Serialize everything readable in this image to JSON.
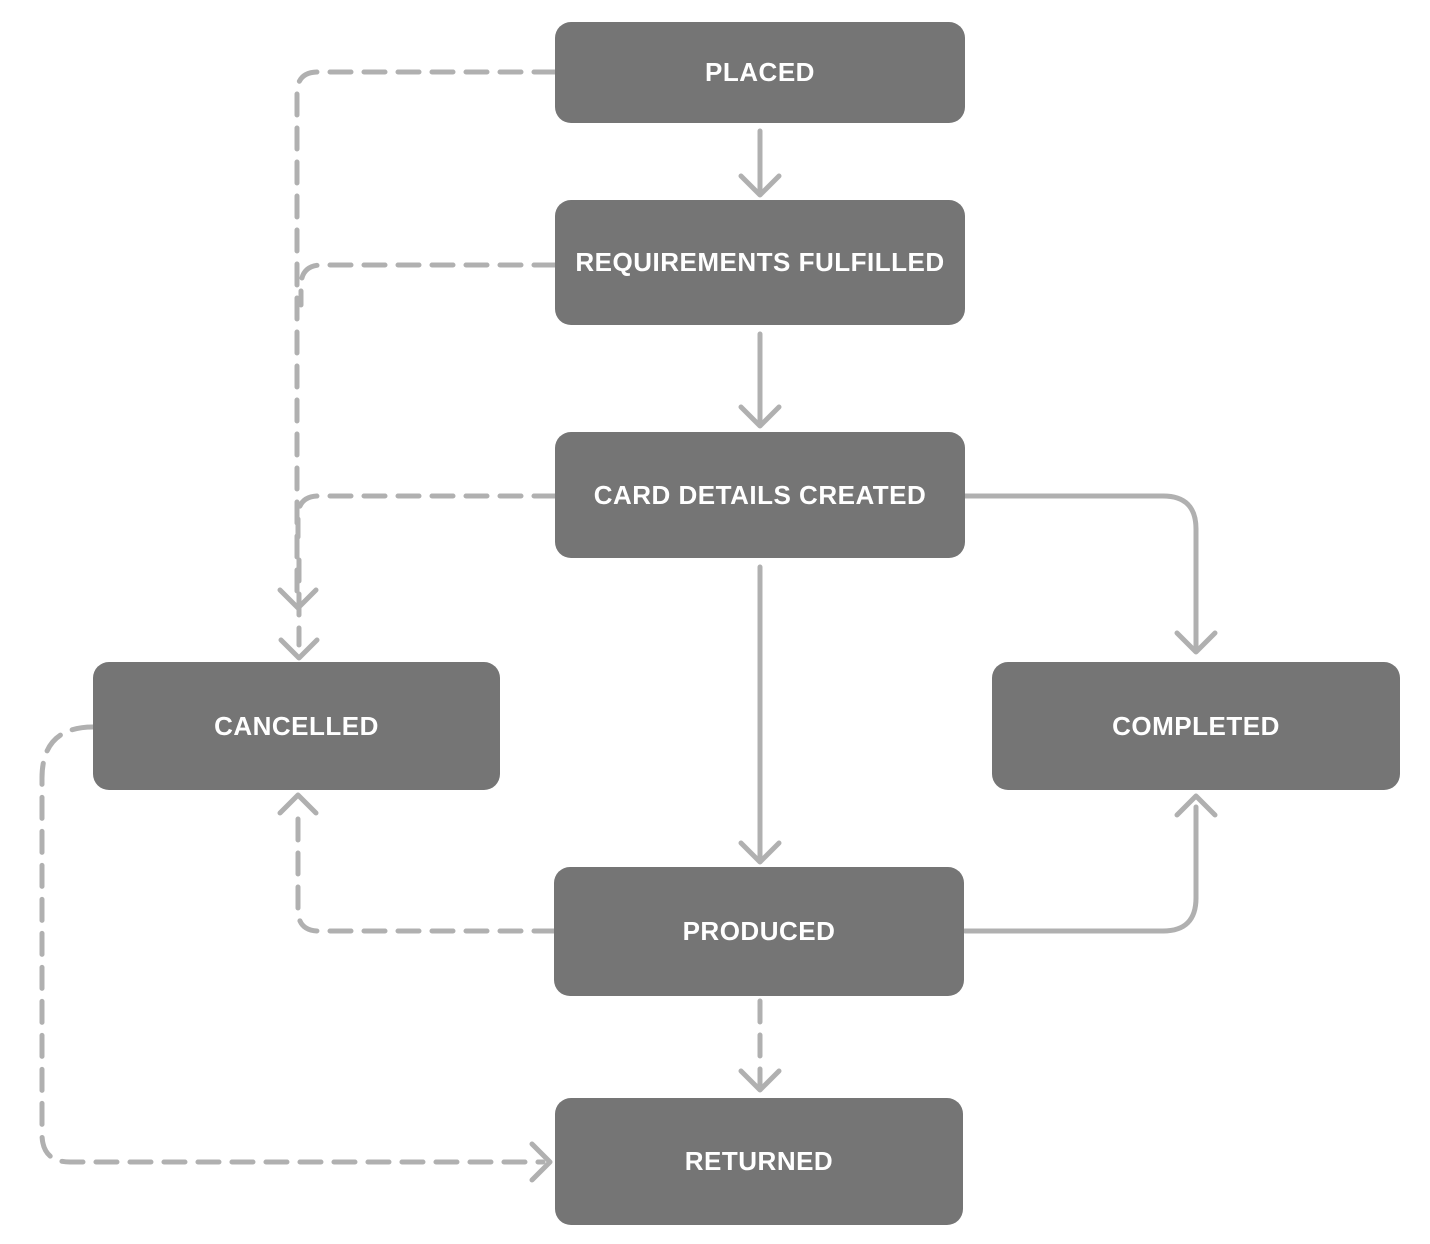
{
  "diagram": {
    "type": "state-flowchart",
    "colors": {
      "background": "#ffffff",
      "node_fill": "#757575",
      "node_text": "#ffffff",
      "connector": "#b0b0b0"
    },
    "nodes": [
      {
        "id": "placed",
        "label": "PLACED"
      },
      {
        "id": "requirements-fulfilled",
        "label": "REQUIREMENTS FULFILLED"
      },
      {
        "id": "card-details-created",
        "label": "CARD DETAILS CREATED"
      },
      {
        "id": "cancelled",
        "label": "CANCELLED"
      },
      {
        "id": "completed",
        "label": "COMPLETED"
      },
      {
        "id": "produced",
        "label": "PRODUCED"
      },
      {
        "id": "returned",
        "label": "RETURNED"
      }
    ],
    "edges": [
      {
        "from": "placed",
        "to": "requirements-fulfilled",
        "style": "solid"
      },
      {
        "from": "requirements-fulfilled",
        "to": "card-details-created",
        "style": "solid"
      },
      {
        "from": "card-details-created",
        "to": "produced",
        "style": "solid"
      },
      {
        "from": "card-details-created",
        "to": "completed",
        "style": "solid"
      },
      {
        "from": "produced",
        "to": "completed",
        "style": "solid"
      },
      {
        "from": "placed",
        "to": "cancelled",
        "style": "dashed"
      },
      {
        "from": "requirements-fulfilled",
        "to": "cancelled",
        "style": "dashed"
      },
      {
        "from": "card-details-created",
        "to": "cancelled",
        "style": "dashed"
      },
      {
        "from": "produced",
        "to": "cancelled",
        "style": "dashed"
      },
      {
        "from": "produced",
        "to": "returned",
        "style": "dashed"
      },
      {
        "from": "cancelled",
        "to": "returned",
        "style": "dashed"
      }
    ]
  }
}
